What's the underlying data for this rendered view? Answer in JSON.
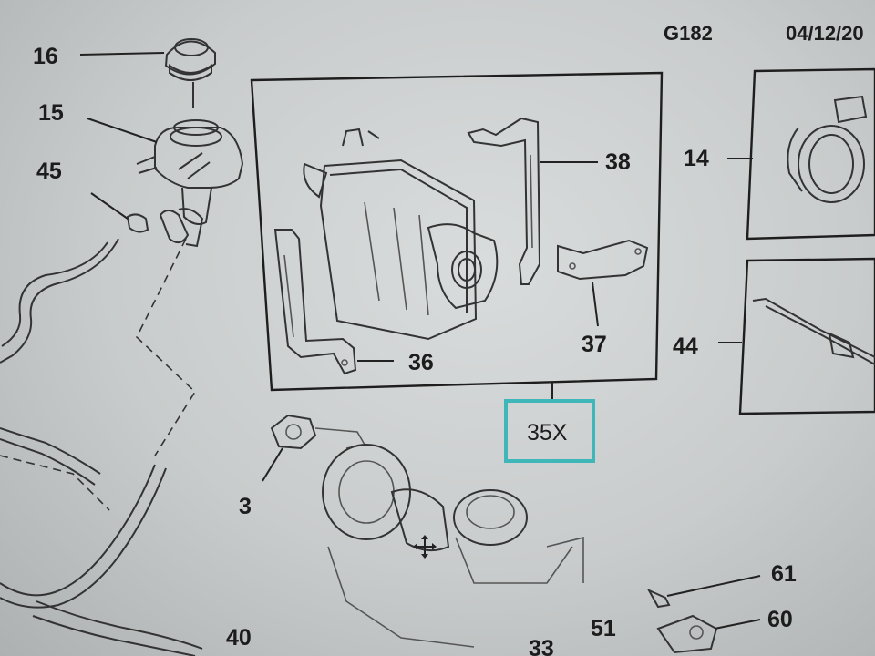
{
  "header": {
    "page_code": "G182",
    "date": "04/12/20"
  },
  "callouts": {
    "c16": "16",
    "c15": "15",
    "c45": "45",
    "c38": "38",
    "c14": "14",
    "c37": "37",
    "c36": "36",
    "c44": "44",
    "c35x": "35X",
    "c3": "3",
    "c40": "40",
    "c33": "33",
    "c51": "51",
    "c61": "61",
    "c60": "60"
  },
  "colors": {
    "highlight": "#3fb6b8",
    "ink": "#1c1c1c"
  },
  "icons": {
    "cursor": "move-cursor-icon"
  }
}
